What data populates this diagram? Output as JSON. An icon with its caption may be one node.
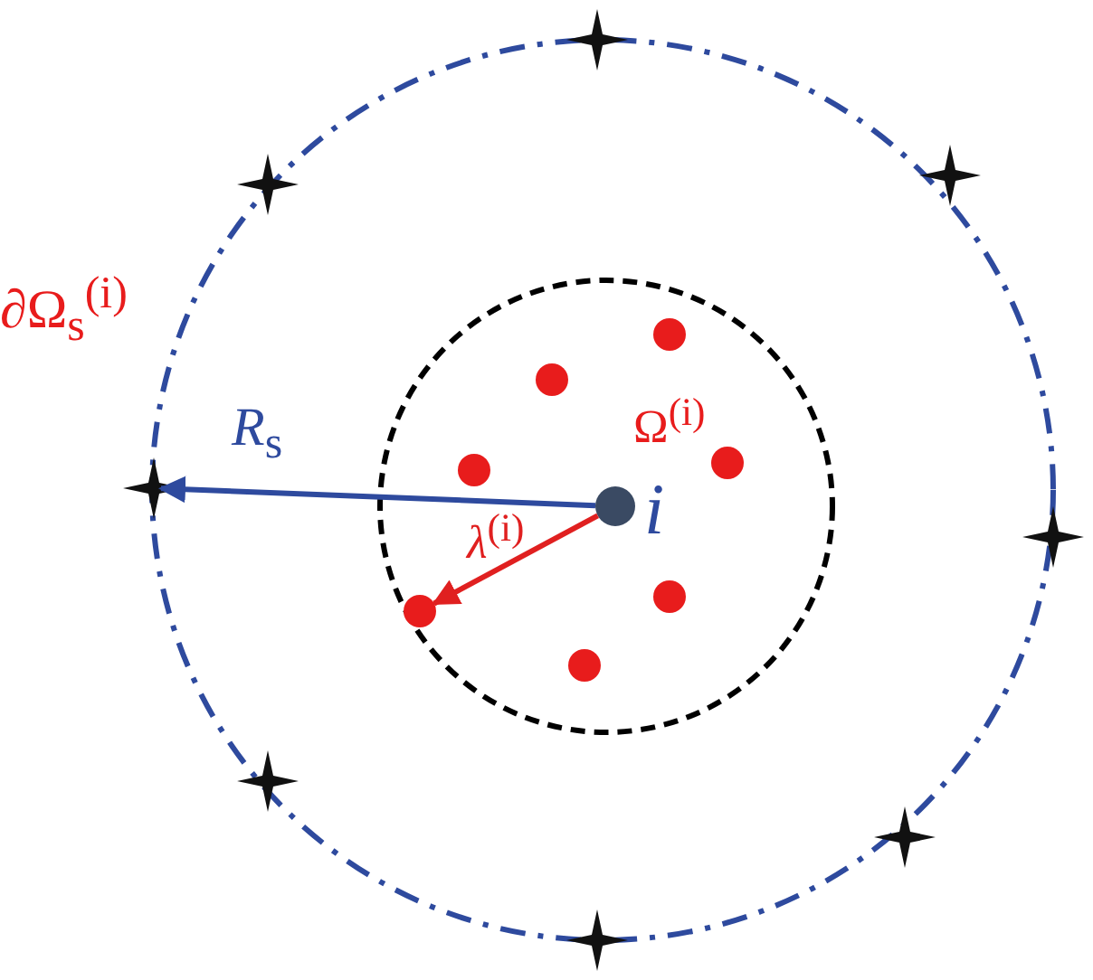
{
  "diagram": {
    "nodes": [
      {
        "text": [],
        "shape": "circle",
        "beside": [
          "i"
        ]
      },
      {
        "text": [],
        "shape": "star"
      },
      {
        "text": [],
        "shape": "circle"
      },
      {
        "text": [],
        "shape": "circle"
      },
      {
        "text": [],
        "shape": "circle"
      },
      {
        "text": [],
        "shape": "circle"
      },
      {
        "text": [],
        "shape": "circle"
      },
      {
        "text": [],
        "shape": "circle"
      },
      {
        "text": [],
        "shape": "circle"
      },
      {
        "text": [],
        "shape": "star"
      },
      {
        "text": [],
        "shape": "star"
      },
      {
        "text": [],
        "shape": "star"
      },
      {
        "text": [],
        "shape": "star"
      },
      {
        "text": [],
        "shape": "star"
      },
      {
        "text": [],
        "shape": "star"
      },
      {
        "text": [],
        "shape": "star"
      }
    ],
    "edges": [
      {
        "from": 0,
        "to": 1,
        "arrow": "to",
        "label": "*R*$_{s}$",
        "color": "#2e4a9e"
      },
      {
        "from": 0,
        "to": 2,
        "arrow": "to",
        "label": "*λ*$^{(i)}$",
        "color": "#e02020"
      }
    ],
    "labels": [
      "∂Ω$_{s}$$^{(i)}$",
      "Ω$^{(i)}$"
    ]
  }
}
